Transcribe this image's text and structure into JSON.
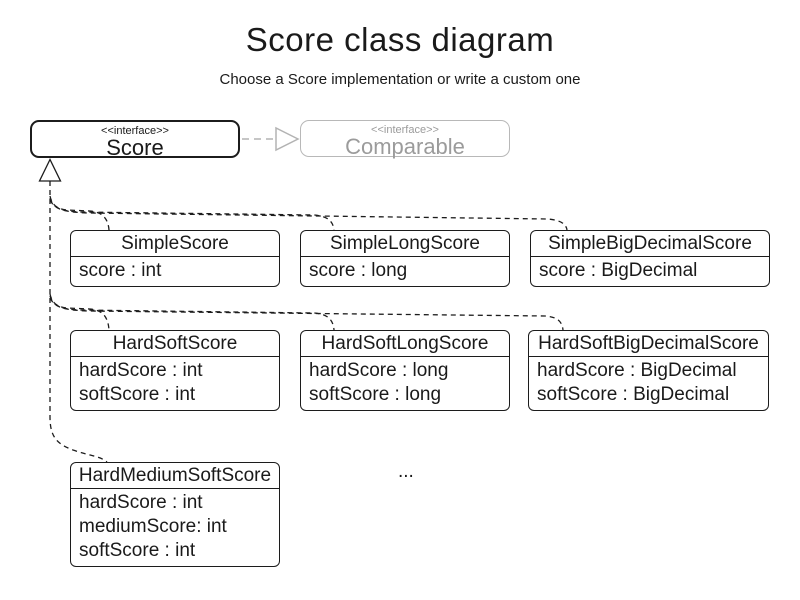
{
  "title": "Score class diagram",
  "subtitle": "Choose a Score implementation or write a custom one",
  "interfaces": {
    "score": {
      "stereotype": "<<interface>>",
      "name": "Score"
    },
    "comparable": {
      "stereotype": "<<interface>>",
      "name": "Comparable"
    }
  },
  "classes": [
    {
      "name": "SimpleScore",
      "attributes": [
        "score : int"
      ]
    },
    {
      "name": "SimpleLongScore",
      "attributes": [
        "score : long"
      ]
    },
    {
      "name": "SimpleBigDecimalScore",
      "attributes": [
        "score : BigDecimal"
      ]
    },
    {
      "name": "HardSoftScore",
      "attributes": [
        "hardScore : int",
        "softScore : int"
      ]
    },
    {
      "name": "HardSoftLongScore",
      "attributes": [
        "hardScore : long",
        "softScore : long"
      ]
    },
    {
      "name": "HardSoftBigDecimalScore",
      "attributes": [
        "hardScore : BigDecimal",
        "softScore : BigDecimal"
      ]
    },
    {
      "name": "HardMediumSoftScore",
      "attributes": [
        "hardScore : int",
        "mediumScore: int",
        "softScore : int"
      ]
    }
  ],
  "ellipsis": "...",
  "colors": {
    "line": "#1c1c1c",
    "muted_line": "#b3b3b3",
    "muted_text": "#9b9b9b",
    "background": "#ffffff"
  }
}
